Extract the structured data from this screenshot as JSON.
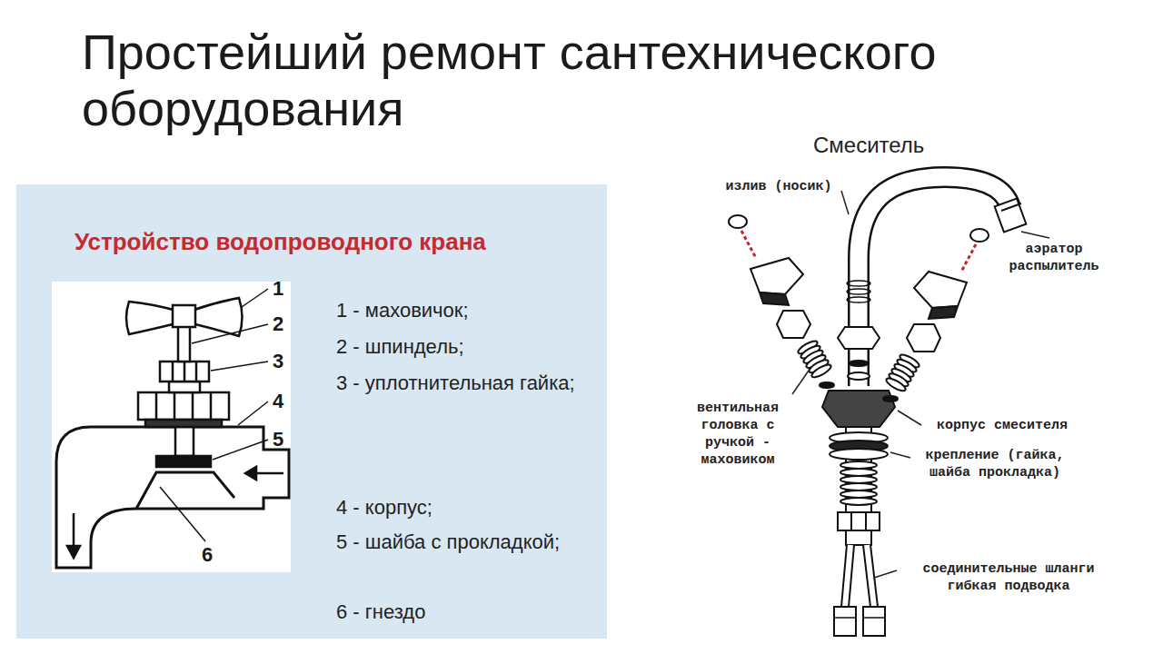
{
  "diagram": {
    "title": "Простейший ремонт сантехнического оборудования",
    "nodes": [
      {
        "text": [
          "Устройство водопроводного крана",
          "1 - маховичок;",
          "2 - шпиндель;",
          "3 - уплотнительная гайка;",
          "4 - корпус;",
          "5 - шайба с прокладкой;",
          "6 - гнездо"
        ]
      }
    ],
    "labels": [
      "1",
      "2",
      "3",
      "4",
      "5",
      "6",
      "Смеситель",
      "излив (носик)",
      "аэратор распылитель",
      "вентильная головка с ручкой - маховиком",
      "корпус смесителя",
      "крепление (гайка, шайба прокладка)",
      "соединительные шланги гибкая подводка"
    ]
  }
}
